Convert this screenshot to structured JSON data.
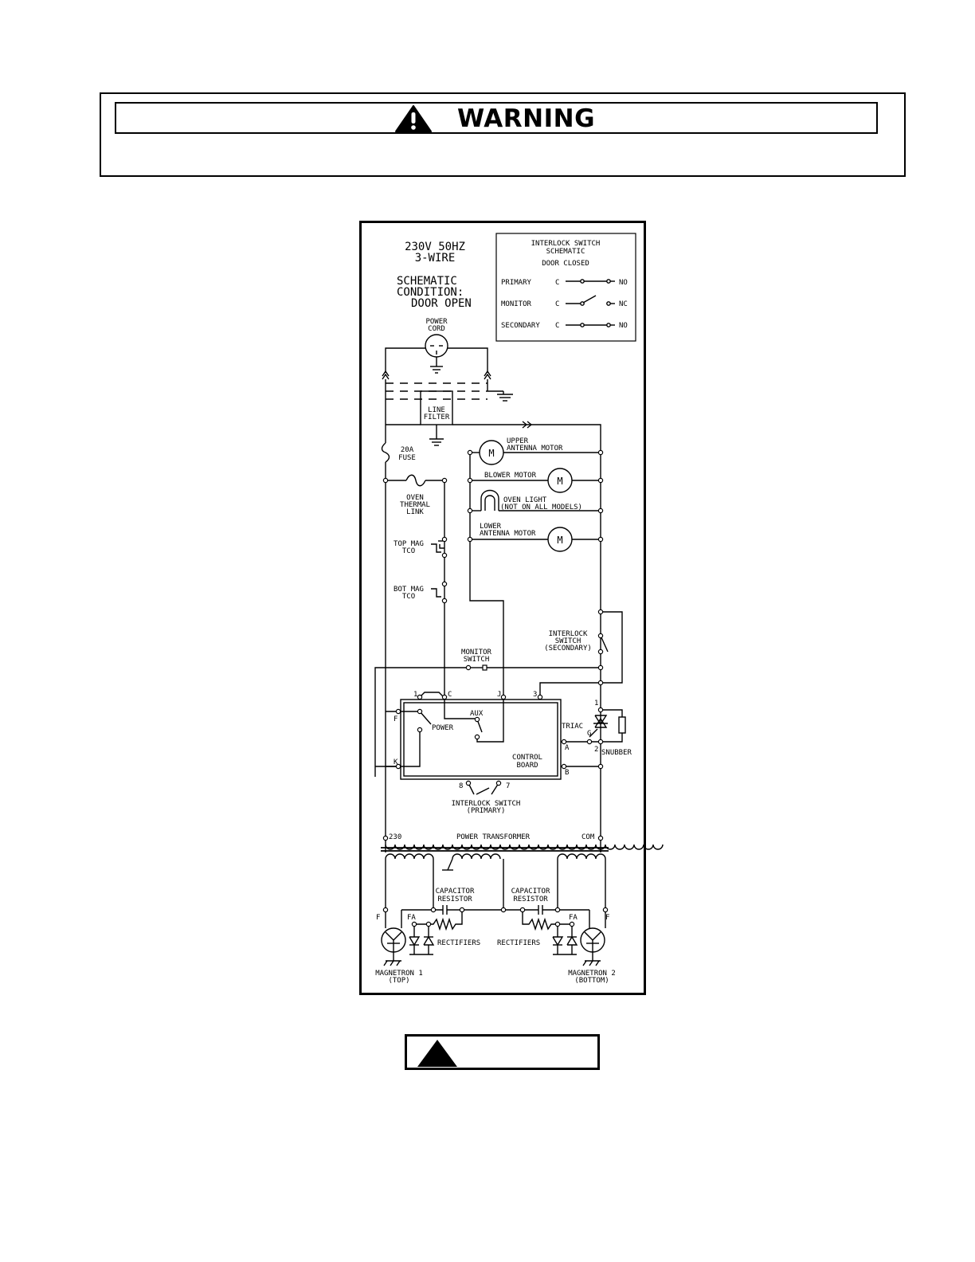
{
  "warning": {
    "title": "WARNING",
    "icon": "warning-triangle-icon"
  },
  "schematic": {
    "supply": [
      "230V 50HZ",
      "3-WIRE"
    ],
    "condition": [
      "SCHEMATIC",
      "CONDITION:",
      "DOOR OPEN"
    ],
    "interlock_box": {
      "title": [
        "INTERLOCK SWITCH",
        "SCHEMATIC"
      ],
      "state": "DOOR CLOSED",
      "rows": [
        {
          "name": "PRIMARY",
          "c": "C",
          "end": "NO"
        },
        {
          "name": "MONITOR",
          "c": "C",
          "end": "NC"
        },
        {
          "name": "SECONDARY",
          "c": "C",
          "end": "NO"
        }
      ]
    },
    "power_cord": [
      "POWER",
      "CORD"
    ],
    "line_filter": [
      "LINE",
      "FILTER"
    ],
    "fuse": [
      "20A",
      "FUSE"
    ],
    "thermal_link": [
      "OVEN",
      "THERMAL",
      "LINK"
    ],
    "top_mag_tco": [
      "TOP MAG",
      "TCO"
    ],
    "bot_mag_tco": [
      "BOT MAG",
      "TCO"
    ],
    "upper_antenna_motor": [
      "UPPER",
      "ANTENNA MOTOR"
    ],
    "blower_motor": "BLOWER MOTOR",
    "oven_light": [
      "OVEN LIGHT",
      "(NOT ON ALL MODELS)"
    ],
    "lower_antenna_motor": [
      "LOWER",
      "ANTENNA MOTOR"
    ],
    "motor_symbol": "M",
    "interlock_secondary": [
      "INTERLOCK",
      "SWITCH",
      "(SECONDARY)"
    ],
    "monitor_switch": [
      "MONITOR",
      "SWITCH"
    ],
    "control_board": {
      "terminals": {
        "t1": "1",
        "c": "C",
        "j": "J",
        "t3": "3",
        "f": "F",
        "k": "K",
        "a": "A",
        "b": "B",
        "t8": "8",
        "t7": "7"
      },
      "aux": "AUX",
      "power": "POWER",
      "name": [
        "CONTROL",
        "BOARD"
      ]
    },
    "triac": {
      "label": "TRIAC",
      "g": "G",
      "t1": "1",
      "t2": "2"
    },
    "snubber": "SNUBBER",
    "interlock_primary": [
      "INTERLOCK SWITCH",
      "(PRIMARY)"
    ],
    "transformer": {
      "left": "230",
      "name": "POWER TRANSFORMER",
      "right": "COM"
    },
    "capacitor_resistor": [
      "CAPACITOR",
      "RESISTOR"
    ],
    "rectifiers": "RECTIFIERS",
    "mag_labels": {
      "f": "F",
      "fa": "FA"
    },
    "magnetron1": [
      "MAGNETRON 1",
      "(TOP)"
    ],
    "magnetron2": [
      "MAGNETRON 2",
      "(BOTTOM)"
    ]
  },
  "caution": {
    "icon": "caution-triangle-icon"
  }
}
